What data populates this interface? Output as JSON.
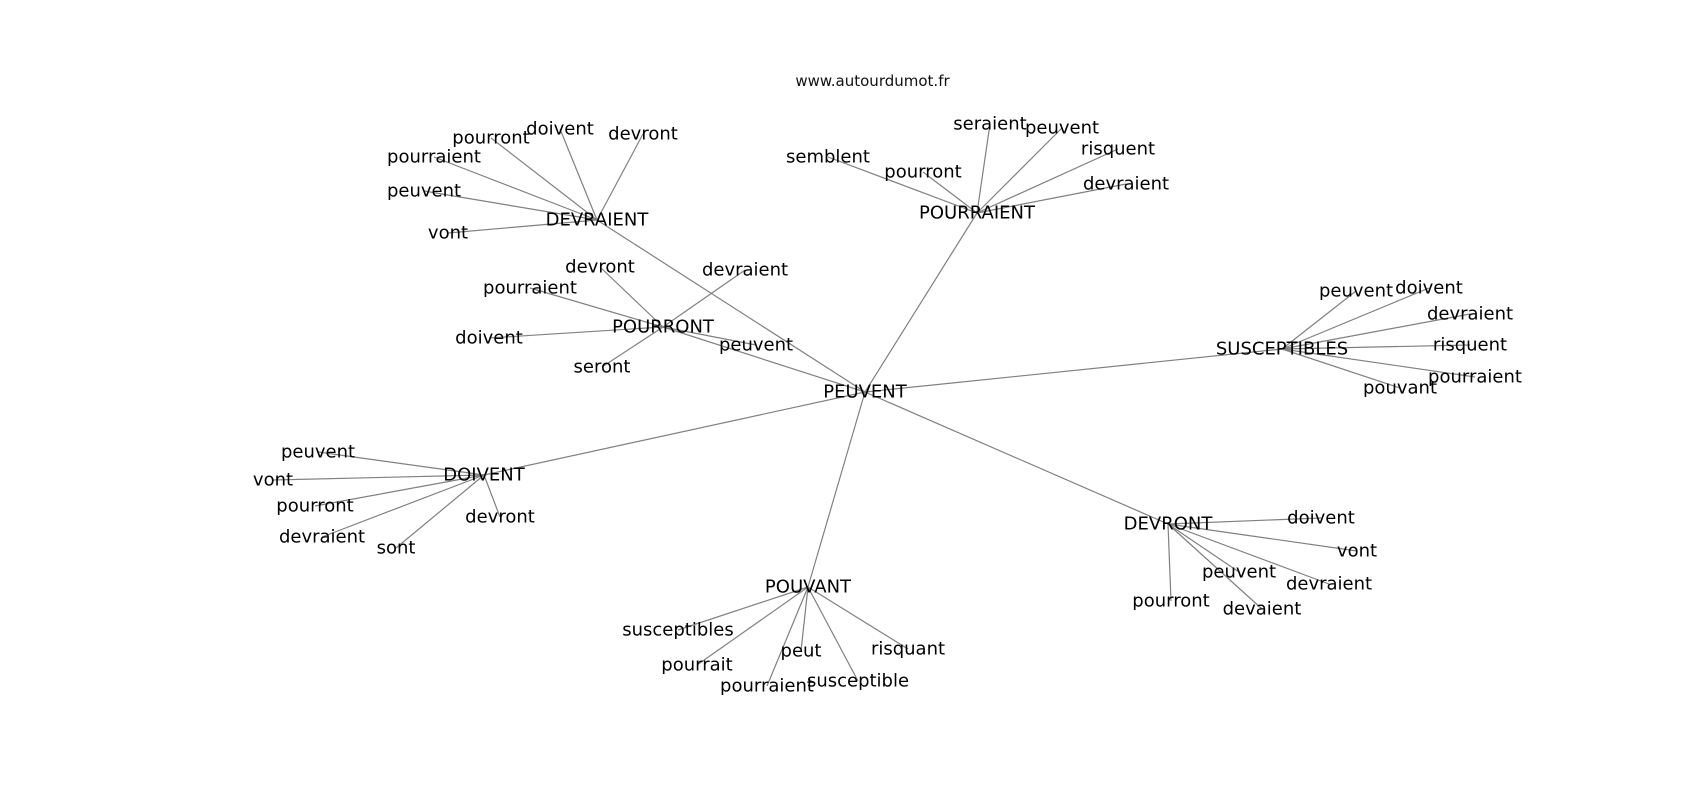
{
  "source_label": "www.autourdumot.fr",
  "colors": {
    "edge": "#808080",
    "text": "#000000",
    "background": "#ffffff"
  },
  "center": "PEUVENT",
  "clusters": [
    {
      "hub": "DEVRAIENT",
      "words": [
        "pourraient",
        "pourront",
        "doivent",
        "devront",
        "peuvent",
        "vont"
      ]
    },
    {
      "hub": "POURRAIENT",
      "words": [
        "semblent",
        "pourront",
        "seraient",
        "peuvent",
        "risquent",
        "devraient"
      ]
    },
    {
      "hub": "POURRONT",
      "words": [
        "devront",
        "pourraient",
        "devraient",
        "doivent",
        "seront",
        "peuvent"
      ]
    },
    {
      "hub": "SUSCEPTIBLES",
      "words": [
        "peuvent",
        "doivent",
        "devraient",
        "risquent",
        "pourraient",
        "pouvant"
      ]
    },
    {
      "hub": "DOIVENT",
      "words": [
        "peuvent",
        "vont",
        "pourront",
        "devraient",
        "sont",
        "devront"
      ]
    },
    {
      "hub": "DEVRONT",
      "words": [
        "doivent",
        "vont",
        "peuvent",
        "devraient",
        "pourront",
        "devaient"
      ]
    },
    {
      "hub": "POUVANT",
      "words": [
        "susceptibles",
        "pourrait",
        "peut",
        "pourraient",
        "susceptible",
        "risquant"
      ]
    }
  ]
}
